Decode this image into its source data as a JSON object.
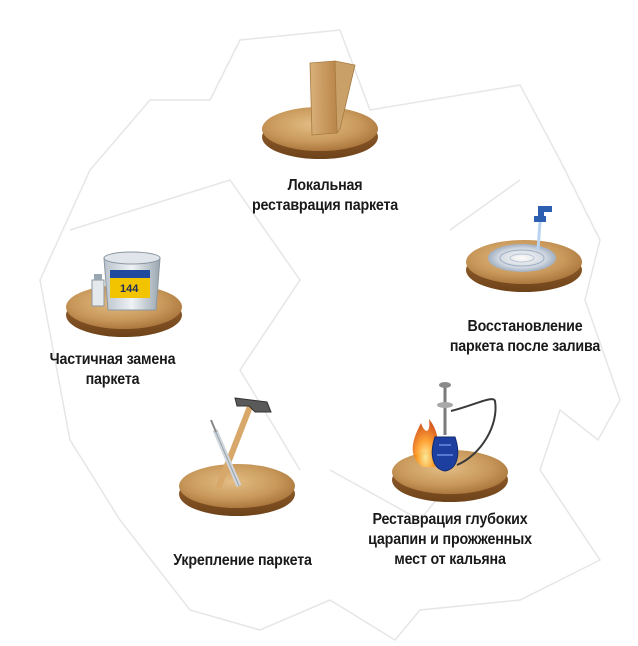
{
  "items": [
    {
      "id": "local",
      "icon": "wood-planks-icon",
      "lines": [
        "Локальная",
        "реставрация паркета"
      ]
    },
    {
      "id": "flood",
      "icon": "water-faucet-icon",
      "lines": [
        "Восстановление",
        "паркета после залива"
      ]
    },
    {
      "id": "scratches",
      "icon": "hookah-fire-icon",
      "lines": [
        "Реставрация глубоких",
        "царапин и прожженных",
        "мест от кальяна"
      ]
    },
    {
      "id": "strengthen",
      "icon": "hammer-syringe-icon",
      "lines": [
        "Укрепление паркета"
      ]
    },
    {
      "id": "partial",
      "icon": "glue-bucket-icon",
      "lines": [
        "Частичная замена",
        "паркета"
      ]
    }
  ],
  "bucket_label": "144",
  "colors": {
    "wood": "#c9995b",
    "wood_dark": "#8a5a28",
    "text": "#1a1a1a",
    "cycle_outline": "#e9e9e9"
  }
}
